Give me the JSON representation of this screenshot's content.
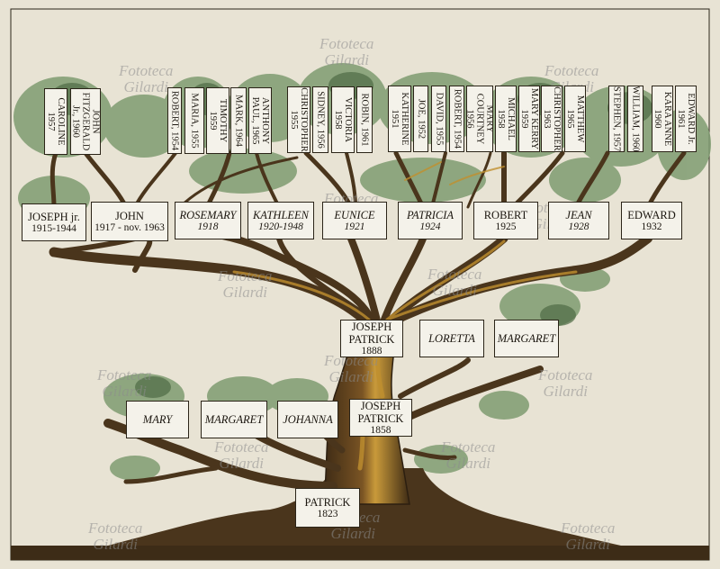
{
  "watermark": {
    "line1": "Fototeca",
    "line2": "Gilardi"
  },
  "colors": {
    "background": "#e8e3d4",
    "trunk": "#4a351c",
    "bark_light": "#c0902f",
    "leaves": "#6f8f63",
    "box": "#f4f2ea"
  },
  "root": {
    "name": "PATRICK",
    "date": "1823"
  },
  "gen2": [
    {
      "name": "MARY",
      "italic": true
    },
    {
      "name": "MARGARET",
      "italic": true
    },
    {
      "name": "JOHANNA",
      "italic": true
    },
    {
      "name": "JOSEPH PATRICK",
      "date": "1858",
      "italic": false
    }
  ],
  "gen3": [
    {
      "name": "JOSEPH PATRICK",
      "date": "1888",
      "italic": false
    },
    {
      "name": "LORETTA",
      "italic": true
    },
    {
      "name": "MARGARET",
      "italic": true
    }
  ],
  "gen4": [
    {
      "name": "JOSEPH jr.",
      "date": "1915-1944",
      "italic": false
    },
    {
      "name": "JOHN",
      "date": "1917 - nov. 1963",
      "italic": false
    },
    {
      "name": "ROSEMARY",
      "date": "1918",
      "italic": true
    },
    {
      "name": "KATHLEEN",
      "date": "1920-1948",
      "italic": true
    },
    {
      "name": "EUNICE",
      "date": "1921",
      "italic": true
    },
    {
      "name": "PATRICIA",
      "date": "1924",
      "italic": true
    },
    {
      "name": "ROBERT",
      "date": "1925",
      "italic": false
    },
    {
      "name": "JEAN",
      "date": "1928",
      "italic": true
    },
    {
      "name": "EDWARD",
      "date": "1932",
      "italic": false
    }
  ],
  "gen5": [
    {
      "line1": "CAROLINE",
      "line2": "1957"
    },
    {
      "line1": "JOHN",
      "line2": "FITZGERALD",
      "line3": "Jr., 1960"
    },
    {
      "line1": "ROBERT, 1954"
    },
    {
      "line1": "MARIA, 1955"
    },
    {
      "line1": "TIMOTHY",
      "line2": "1959"
    },
    {
      "line1": "MARK, 1964"
    },
    {
      "line1": "ANTHONY",
      "line2": "PAUL, 1965"
    },
    {
      "line1": "CHRISTOPHER",
      "line2": "1955"
    },
    {
      "line1": "SIDNEY, 1956"
    },
    {
      "line1": "VICTORIA",
      "line2": "1958"
    },
    {
      "line1": "ROBIN, 1961"
    },
    {
      "line1": "KATHERINE",
      "line2": "1951"
    },
    {
      "line1": "JOE, 1952"
    },
    {
      "line1": "DAVID, 1955"
    },
    {
      "line1": "ROBERT, 1954"
    },
    {
      "line1": "MARY",
      "line2": "COURTNEY",
      "line3": "1956"
    },
    {
      "line1": "MICHAEL",
      "line2": "1958"
    },
    {
      "line1": "MARY KERRY",
      "line2": "1959"
    },
    {
      "line1": "CHRISTOPHER",
      "line2": "1963"
    },
    {
      "line1": "MATTHEW",
      "line2": "1965"
    },
    {
      "line1": "STEPHEN, 1957"
    },
    {
      "line1": "WILLIAM, 1960"
    },
    {
      "line1": "KARA ANNE",
      "line2": "1960"
    },
    {
      "line1": "EDWARD Jr.",
      "line2": "1961"
    }
  ]
}
